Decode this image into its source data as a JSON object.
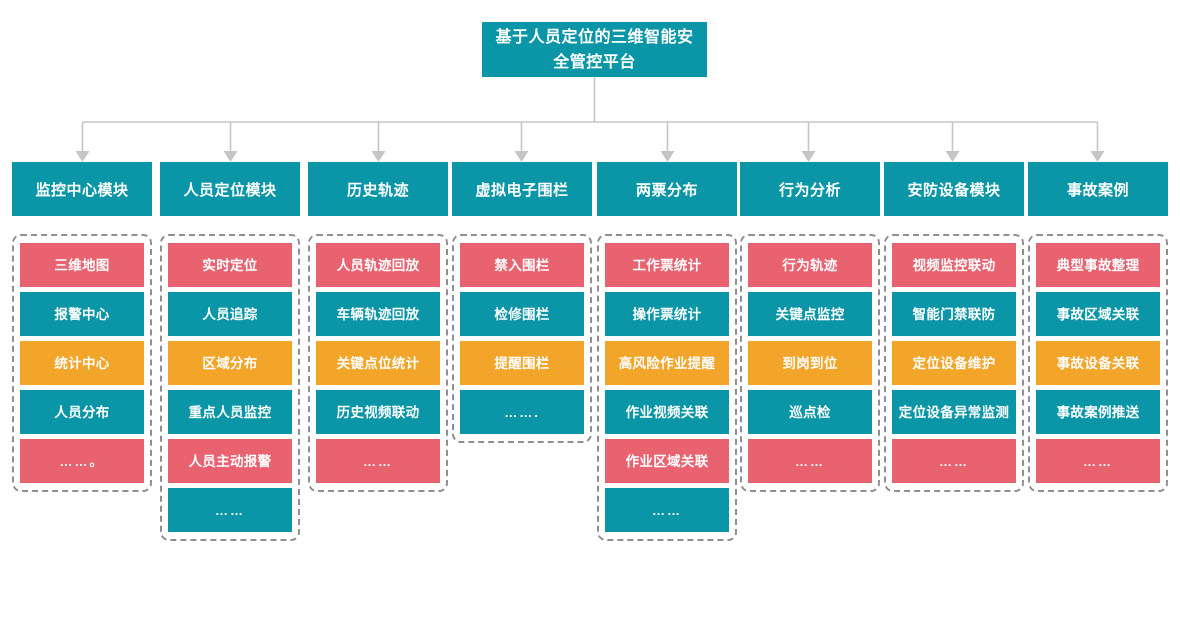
{
  "root": {
    "title": "基于人员定位的三维智能安全管控平台"
  },
  "colors": {
    "teal": "#0b96a8",
    "red": "#e8636f",
    "orange": "#f2a529",
    "connector": "#c5c5c5",
    "dash_border": "#8f8f8f"
  },
  "columns": [
    {
      "header": "监控中心模块",
      "items": [
        {
          "label": "三维地图",
          "color": "red"
        },
        {
          "label": "报警中心",
          "color": "teal"
        },
        {
          "label": "统计中心",
          "color": "orange"
        },
        {
          "label": "人员分布",
          "color": "teal"
        },
        {
          "label": "……。",
          "color": "red"
        }
      ]
    },
    {
      "header": "人员定位模块",
      "items": [
        {
          "label": "实时定位",
          "color": "red"
        },
        {
          "label": "人员追踪",
          "color": "teal"
        },
        {
          "label": "区域分布",
          "color": "orange"
        },
        {
          "label": "重点人员监控",
          "color": "teal"
        },
        {
          "label": "人员主动报警",
          "color": "red"
        },
        {
          "label": "……",
          "color": "teal"
        }
      ]
    },
    {
      "header": "历史轨迹",
      "items": [
        {
          "label": "人员轨迹回放",
          "color": "red"
        },
        {
          "label": "车辆轨迹回放",
          "color": "teal"
        },
        {
          "label": "关键点位统计",
          "color": "orange"
        },
        {
          "label": "历史视频联动",
          "color": "teal"
        },
        {
          "label": "……",
          "color": "red"
        }
      ]
    },
    {
      "header": "虚拟电子围栏",
      "items": [
        {
          "label": "禁入围栏",
          "color": "red"
        },
        {
          "label": "检修围栏",
          "color": "teal"
        },
        {
          "label": "提醒围栏",
          "color": "orange"
        },
        {
          "label": "…….",
          "color": "teal"
        }
      ]
    },
    {
      "header": "两票分布",
      "items": [
        {
          "label": "工作票统计",
          "color": "red"
        },
        {
          "label": "操作票统计",
          "color": "teal"
        },
        {
          "label": "高风险作业提醒",
          "color": "orange"
        },
        {
          "label": "作业视频关联",
          "color": "teal"
        },
        {
          "label": "作业区域关联",
          "color": "red"
        },
        {
          "label": "……",
          "color": "teal"
        }
      ]
    },
    {
      "header": "行为分析",
      "items": [
        {
          "label": "行为轨迹",
          "color": "red"
        },
        {
          "label": "关键点监控",
          "color": "teal"
        },
        {
          "label": "到岗到位",
          "color": "orange"
        },
        {
          "label": "巡点检",
          "color": "teal"
        },
        {
          "label": "……",
          "color": "red"
        }
      ]
    },
    {
      "header": "安防设备模块",
      "items": [
        {
          "label": "视频监控联动",
          "color": "red"
        },
        {
          "label": "智能门禁联防",
          "color": "teal"
        },
        {
          "label": "定位设备维护",
          "color": "orange"
        },
        {
          "label": "定位设备异常监测",
          "color": "teal"
        },
        {
          "label": "……",
          "color": "red"
        }
      ]
    },
    {
      "header": "事故案例",
      "items": [
        {
          "label": "典型事故整理",
          "color": "red"
        },
        {
          "label": "事故区域关联",
          "color": "teal"
        },
        {
          "label": "事故设备关联",
          "color": "orange"
        },
        {
          "label": "事故案例推送",
          "color": "teal"
        },
        {
          "label": "……",
          "color": "red"
        }
      ]
    }
  ]
}
